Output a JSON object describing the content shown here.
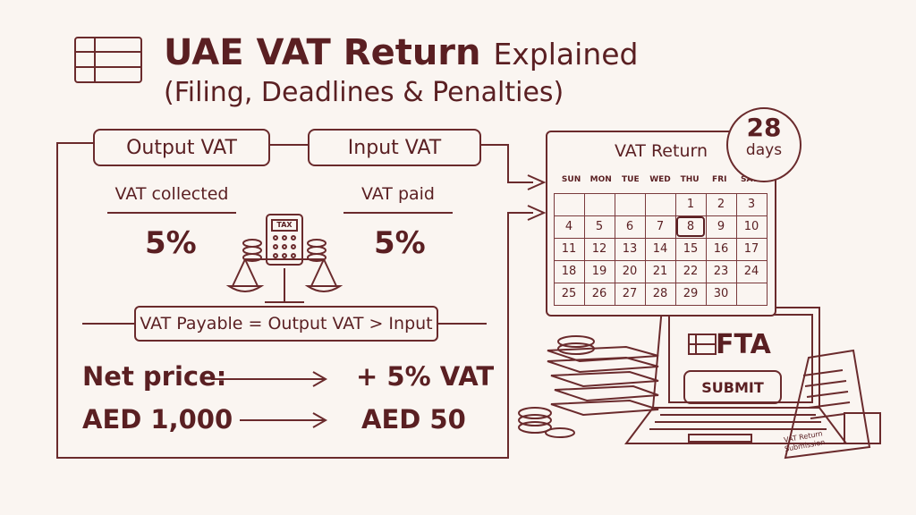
{
  "title": {
    "bold": "UAE VAT Return",
    "rest": "Explained",
    "subtitle": "(Filing, Deadlines & Penalties)"
  },
  "output_vat": {
    "label": "Output VAT",
    "desc": "VAT collected",
    "rate": "5%"
  },
  "input_vat": {
    "label": "Input VAT",
    "desc": "VAT paid",
    "rate": "5%"
  },
  "scale_tag": "TAX",
  "formula": "VAT Payable = Output VAT > Input",
  "example": {
    "net_label": "Net price:",
    "vat_label": "+ 5% VAT",
    "amount": "AED 1,000",
    "vat_amount": "AED 50"
  },
  "calendar": {
    "title": "VAT Return",
    "weekdays": [
      "SUN",
      "MON",
      "TUE",
      "WED",
      "THU",
      "FRI",
      "SAT"
    ],
    "cells": [
      "",
      "",
      "",
      "",
      "1",
      "2",
      "3",
      "4",
      "5",
      "6",
      "7",
      "8",
      "9",
      "10",
      "11",
      "12",
      "13",
      "14",
      "15",
      "16",
      "17",
      "18",
      "19",
      "20",
      "21",
      "22",
      "23",
      "24",
      "25",
      "26",
      "27",
      "28",
      "29",
      "30",
      ""
    ],
    "highlight": "8"
  },
  "badge": {
    "number": "28",
    "unit": "days"
  },
  "laptop": {
    "logo": "FTA",
    "button": "SUBMIT"
  },
  "receipt": {
    "line1": "VAT Return",
    "line2": "Submission"
  }
}
